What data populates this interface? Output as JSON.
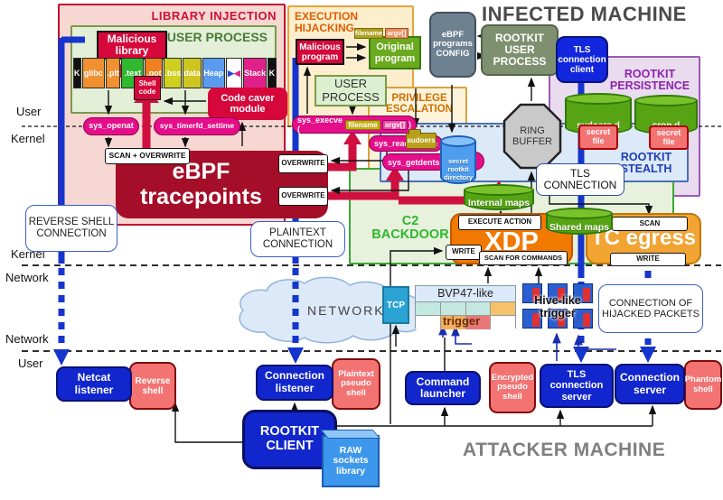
{
  "titles": {
    "infected": "INFECTED MACHINE",
    "attacker": "ATTACKER MACHINE"
  },
  "layers": {
    "user_top": "User",
    "kernel_top": "Kernel",
    "kernel_mid": "Kernel",
    "network_mid": "Network",
    "network_low": "Network",
    "user_low": "User"
  },
  "colors": {
    "crimson": "#d6083b",
    "dark_red": "#a50e28",
    "magenta": "#e50e8a",
    "blue": "#1126cc",
    "thick_line_blue": "#1535cc",
    "orange": "#f27900",
    "light_orange": "#f2a432",
    "green": "#3aaa35",
    "purple": "#8e24aa"
  },
  "library_injection": {
    "title": "LIBRARY INJECTION",
    "user_process": "USER PROCESS",
    "malicious_library": "Malicious library",
    "segments": [
      "K",
      "glibc",
      ".plt",
      ".text",
      ".got",
      ".bss",
      "data",
      "Heap",
      "Stack",
      "K"
    ],
    "shell_code": "Shell code",
    "code_caver": "Code caver module",
    "sys_openat": "sys_openat",
    "sys_timerfd": "sys_timerfd_settime",
    "scan_overwrite": "SCAN + OVERWRITE"
  },
  "ebpf_tracepoints": "eBPF tracepoints",
  "overwrite": "OVERWRITE",
  "execution_hijacking": {
    "title": "EXECUTION HIJACKING",
    "malicious_program": "Malicious program",
    "original_program": "Original program",
    "filename_tag": "filename",
    "argv_tag": "argv[]",
    "user_process": "USER PROCESS"
  },
  "privilege_escalation": {
    "title": "PRIVILEGE ESCALATION",
    "sys_execve": "sys_execve (",
    "filename_tag": "filename",
    "argv_tag": "argv[]",
    "paren": ")",
    "sys_read": "sys_read(",
    "sudoers": "sudoers",
    "sys_getdents": "sys_getdents(",
    "secret_dir": "secret rootkit directory"
  },
  "infected_machine": {
    "ebpf_config": "eBPF programs CONFIG",
    "rootkit_user_process": "ROOTKIT USER PROCESS",
    "tls_client": "TLS connection client",
    "ring_buffer": "RING BUFFER",
    "tls_connection": "TLS CONNECTION",
    "persistence_title": "ROOTKIT PERSISTENCE",
    "sudoers_d": "sudoers.d",
    "cron_d": "cron.d",
    "secret_file": "secret file",
    "stealth_title": "ROOTKIT STEALTH"
  },
  "c2": {
    "title": "C2 BACKDOOR",
    "internal_maps": "Internal maps",
    "shared_maps": "Shared maps",
    "xdp": "XDP",
    "tc_egress": "TC egress",
    "execute_action": "EXECUTE ACTION",
    "write": "WRITE",
    "scan_for_commands": "SCAN FOR COMMANDS",
    "scan": "SCAN"
  },
  "connections": {
    "reverse_shell": "REVERSE SHELL CONNECTION",
    "plaintext": "PLAINTEXT CONNECTION",
    "hijacked": "CONNECTION OF HIJACKED PACKETS"
  },
  "network": {
    "label": "NETWORK",
    "tcp": "TCP",
    "bvp47": "BVP47-like",
    "trigger": "trigger",
    "hive": "Hive-like trigger"
  },
  "attacker_machine": {
    "netcat_listener": "Netcat listener",
    "reverse_shell": "Reverse shell",
    "connection_listener": "Connection listener",
    "plaintext_pseudo_shell": "Plaintext pseudo shell",
    "command_launcher": "Command launcher",
    "encrypted_pseudo_shell": "Encrypted pseudo shell",
    "tls_connection_server": "TLS connection server",
    "connection_server": "Connection server",
    "phantom_shell": "Phantom shell",
    "rootkit_client": "ROOTKIT CLIENT",
    "raw_sockets_library": "RAW sockets library"
  }
}
